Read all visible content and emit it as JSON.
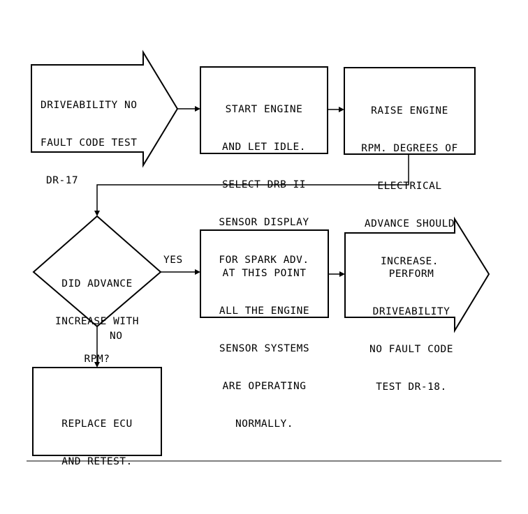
{
  "nodes": {
    "start": {
      "lines": [
        "DRIVEABILITY NO",
        "FAULT CODE TEST",
        "DR-17"
      ]
    },
    "step1": {
      "lines": [
        "START ENGINE",
        "AND LET IDLE.",
        "SELECT DRB II",
        "SENSOR DISPLAY",
        "FOR SPARK ADV."
      ]
    },
    "step2": {
      "lines": [
        "RAISE ENGINE",
        "RPM. DEGREES OF",
        "ELECTRICAL",
        "ADVANCE SHOULD",
        "INCREASE."
      ]
    },
    "decision": {
      "lines": [
        "DID ADVANCE",
        "INCREASE WITH",
        "RPM?"
      ]
    },
    "step3": {
      "lines": [
        "AT THIS POINT",
        "ALL THE ENGINE",
        "SENSOR SYSTEMS",
        "ARE OPERATING",
        "NORMALLY."
      ]
    },
    "end": {
      "lines": [
        "PERFORM",
        "DRIVEABILITY",
        "NO FAULT CODE",
        "TEST DR-18."
      ]
    },
    "replace": {
      "lines": [
        "REPLACE ECU",
        "AND RETEST."
      ]
    }
  },
  "edges": {
    "yes": "YES",
    "no": "NO"
  }
}
